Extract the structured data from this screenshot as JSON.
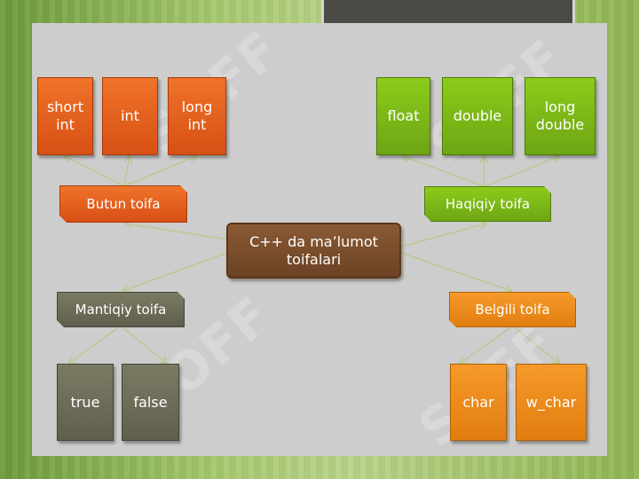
{
  "root": "C++ da ma’lumot\ntoifalari",
  "categories": {
    "integer": "Butun toifa",
    "real": "Haqiqiy toifa",
    "logical": "Mantiqiy toifa",
    "character": "Belgili toifa"
  },
  "integer_types": [
    "short\nint",
    "int",
    "long\nint"
  ],
  "real_types": [
    "float",
    "double",
    "long\ndouble"
  ],
  "logical_types": [
    "true",
    "false"
  ],
  "character_types": [
    "char",
    "w_char"
  ],
  "watermark": "SOFF",
  "colors": {
    "integer": "#e2601e",
    "real": "#7ab817",
    "logical": "#6d6d58",
    "character": "#ee8a1c",
    "root": "#7a4e2c",
    "connector": "#b6c98a"
  }
}
